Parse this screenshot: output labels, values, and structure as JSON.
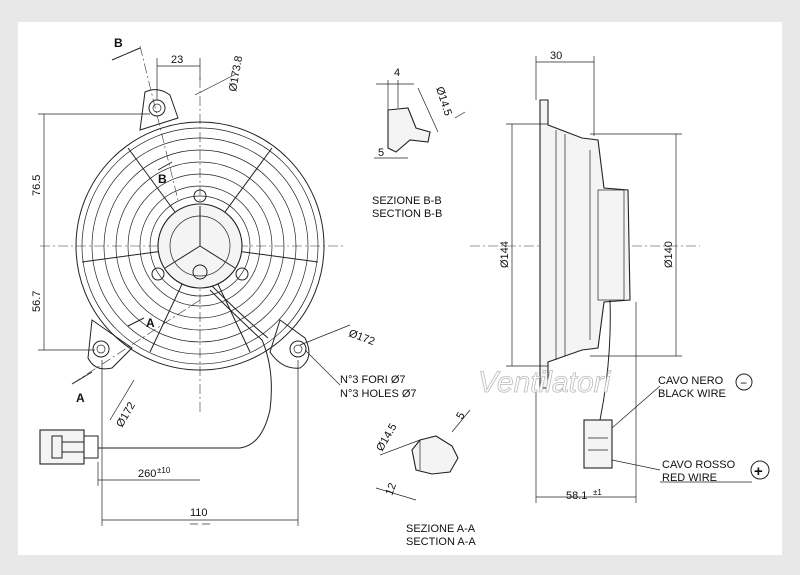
{
  "colors": {
    "paper": "#e8e8e8",
    "frame": "#ffffff",
    "line": "#222222"
  },
  "front": {
    "section_b": "B",
    "section_a": "A",
    "dim_23": "23",
    "dim_173": "Ø173.8",
    "dim_76": "76.5",
    "dim_56": "56.7",
    "dim_172a": "Ø172",
    "dim_172b": "Ø172",
    "dim_260": "260",
    "dim_260_tol": "±10",
    "dim_110": "110",
    "holes_it": "N°3 FORI Ø7",
    "holes_en": "N°3 HOLES Ø7",
    "label_b_inner": "B",
    "label_a_inner": "A"
  },
  "section_bb": {
    "dim_4": "4",
    "dim_145": "Ø14.5",
    "dim_5": "5",
    "title_it": "SEZIONE B-B",
    "title_en": "SECTION B-B"
  },
  "section_aa": {
    "dim_145": "Ø14.5",
    "dim_5": "5",
    "dim_12": "12",
    "title_it": "SEZIONE A-A",
    "title_en": "SECTION A-A"
  },
  "side": {
    "dim_30": "30",
    "dim_144": "Ø144",
    "dim_140": "Ø140",
    "dim_58": "58.1",
    "dim_58_tol": "±1",
    "black_it": "CAVO NERO",
    "black_en": "BLACK WIRE",
    "black_sign": "−",
    "red_it": "CAVO ROSSO",
    "red_en": "RED WIRE",
    "red_sign": "+"
  },
  "watermark": "Ventilatori"
}
